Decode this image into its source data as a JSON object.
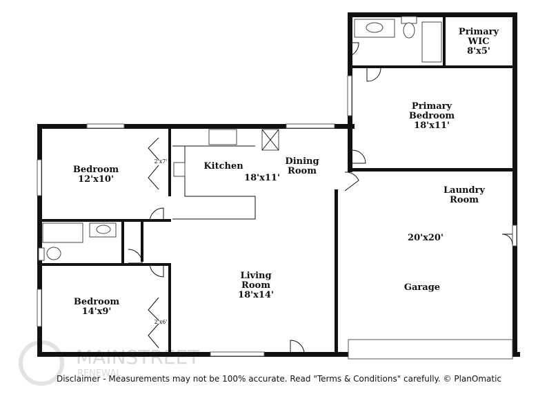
{
  "rooms": {
    "primary_wic": {
      "name_line1": "Primary",
      "name_line2": "WIC",
      "size": "8'x5'"
    },
    "primary_bedroom": {
      "name_line1": "Primary",
      "name_line2": "Bedroom",
      "size": "18'x11'"
    },
    "bedroom_1": {
      "name": "Bedroom",
      "size": "12'x10'"
    },
    "closet_1": {
      "size": "2'x7'"
    },
    "kitchen": {
      "name": "Kitchen",
      "size": "18'x11'"
    },
    "dining": {
      "name_line1": "Dining",
      "name_line2": "Room"
    },
    "laundry": {
      "name_line1": "Laundry",
      "name_line2": "Room"
    },
    "garage": {
      "name": "Garage",
      "size": "20'x20'"
    },
    "living": {
      "name_line1": "Living",
      "name_line2": "Room",
      "size": "18'x14'"
    },
    "bedroom_2": {
      "name": "Bedroom",
      "size": "14'x9'"
    },
    "closet_2": {
      "size": "2'x6'"
    }
  },
  "watermark": {
    "brand": "MAINSTREET",
    "sub": "RENEWAL"
  },
  "disclaimer": "Disclaimer - Measurements may not be 100% accurate. Read \"Terms & Conditions\" carefully. © PlanOmatic"
}
